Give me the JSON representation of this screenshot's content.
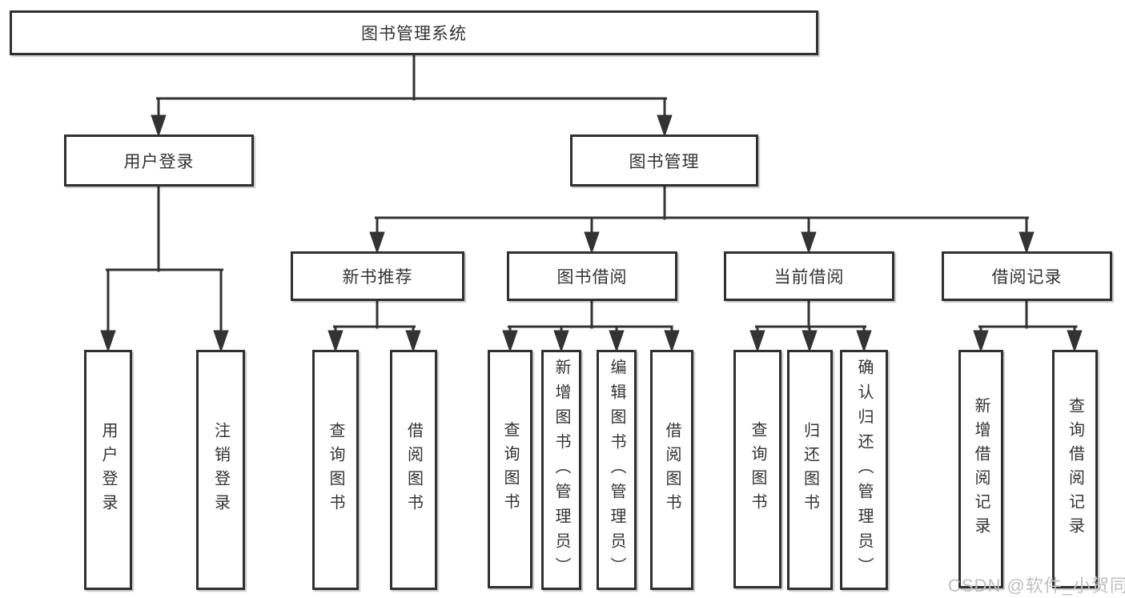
{
  "watermark": {
    "text": "CSDN @软件_小贺同学"
  },
  "colors": {
    "line": "#333333",
    "box_border": "#303030",
    "box_background": "#ffffff",
    "text": "#333333",
    "watermark": "#bfbfbf",
    "page_background": "#ffffff"
  },
  "diagram_type": "hierarchy-tree",
  "tree": {
    "root": {
      "label": "图书管理系统",
      "children": [
        {
          "label": "用户登录",
          "children": [
            {
              "label": "用户登录"
            },
            {
              "label": "注销登录"
            }
          ]
        },
        {
          "label": "图书管理",
          "children": [
            {
              "label": "新书推荐",
              "children": [
                {
                  "label": "查询图书"
                },
                {
                  "label": "借阅图书"
                }
              ]
            },
            {
              "label": "图书借阅",
              "children": [
                {
                  "label": "查询图书"
                },
                {
                  "label": "新增图书（管理员）"
                },
                {
                  "label": "编辑图书（管理员）"
                },
                {
                  "label": "借阅图书"
                }
              ]
            },
            {
              "label": "当前借阅",
              "children": [
                {
                  "label": "查询图书"
                },
                {
                  "label": "归还图书"
                },
                {
                  "label": "确认归还（管理员）"
                }
              ]
            },
            {
              "label": "借阅记录",
              "children": [
                {
                  "label": "新增借阅记录"
                },
                {
                  "label": "查询借阅记录"
                }
              ]
            }
          ]
        }
      ]
    }
  }
}
